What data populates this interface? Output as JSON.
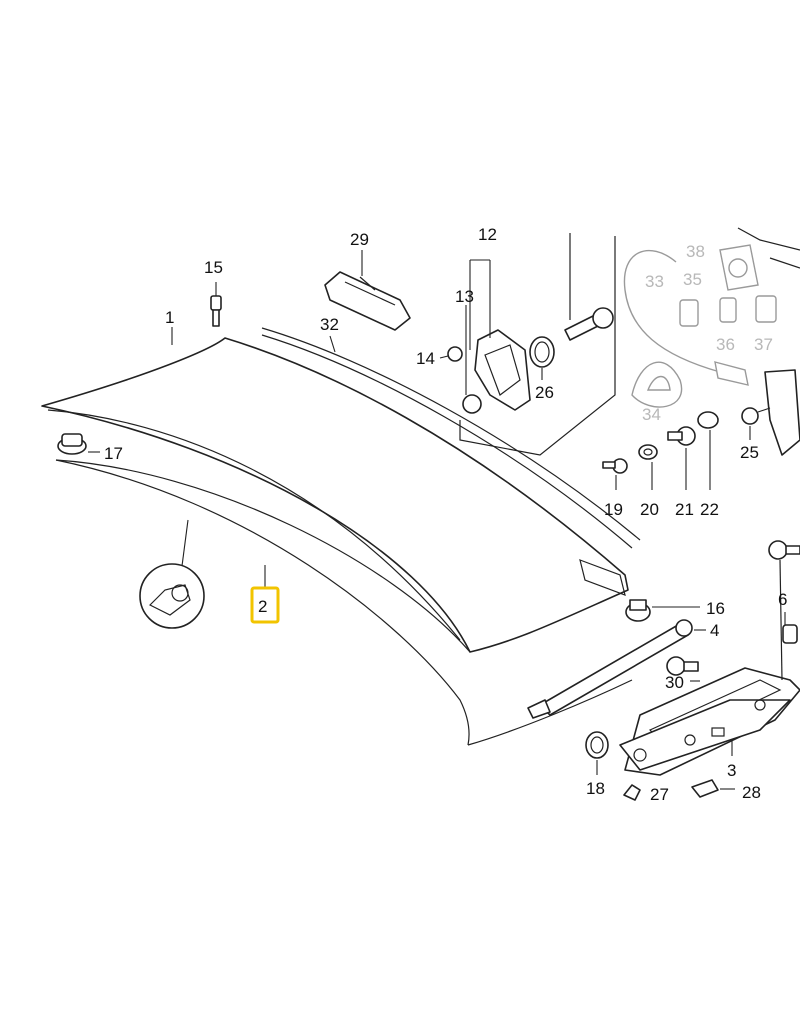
{
  "diagram": {
    "labels": {
      "l1": "1",
      "l2": "2",
      "l3": "3",
      "l4": "4",
      "l6": "6",
      "l12": "12",
      "l13": "13",
      "l14": "14",
      "l15": "15",
      "l16": "16",
      "l17": "17",
      "l18": "18",
      "l19": "19",
      "l20": "20",
      "l21": "21",
      "l22": "22",
      "l25": "25",
      "l26": "26",
      "l27": "27",
      "l28": "28",
      "l29": "29",
      "l30": "30",
      "l32": "32",
      "l33": "33",
      "l34": "34",
      "l35": "35",
      "l36": "36",
      "l37": "37",
      "l38": "38"
    },
    "highlighted_label": "2",
    "highlight_color": "#f2c400",
    "greyed_labels": [
      "33",
      "34",
      "35",
      "36",
      "37",
      "38"
    ]
  }
}
